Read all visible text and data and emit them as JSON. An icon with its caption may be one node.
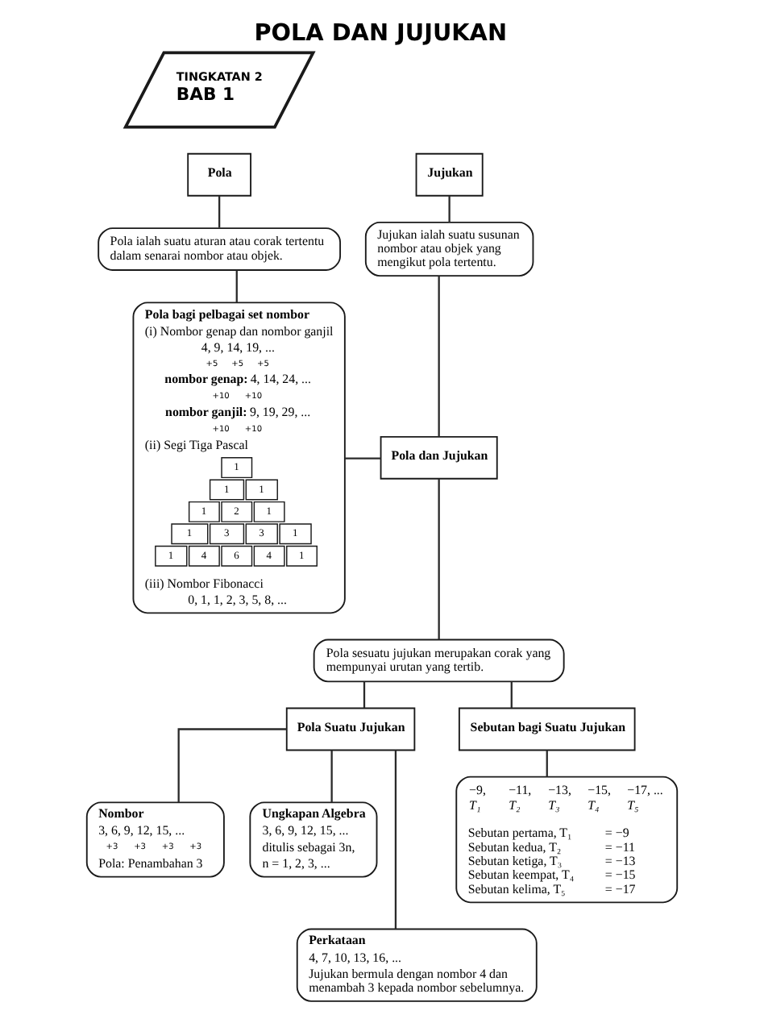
{
  "diagram": {
    "title": "POLA DAN JUJUKAN",
    "nodes": [
      {
        "text": [
          "TINGKATAN 2",
          "BAB 1"
        ]
      },
      {
        "text": [
          "Pola"
        ]
      },
      {
        "text": [
          "Pola ialah suatu aturan atau corak tertentu dalam senarai nombor atau objek."
        ]
      },
      {
        "text": [
          "Pola bagi pelbagai set nombor",
          "(i) Nombor genap dan nombor ganjil",
          "4, 9, 14, 19, ...",
          "+5",
          "+5",
          "+5",
          "nombor genap:",
          "4, 14, 24, ...",
          "+10",
          "+10",
          "nombor ganjil:",
          "9, 19, 29, ...",
          "+10",
          "+10",
          "(ii) Segi Tiga Pascal",
          "1",
          "1",
          "1",
          "1",
          "2",
          "1",
          "1",
          "3",
          "3",
          "1",
          "1",
          "4",
          "6",
          "4",
          "1",
          "(iii) Nombor Fibonacci",
          "0, 1, 1, 2, 3, 5, 8, ..."
        ]
      },
      {
        "text": [
          "Jujukan"
        ]
      },
      {
        "text": [
          "Jujukan ialah suatu susunan nombor atau objek yang mengikut pola tertentu."
        ]
      },
      {
        "text": [
          "Pola dan Jujukan"
        ]
      },
      {
        "text": [
          "Pola sesuatu jujukan merupakan corak yang mempunyai urutan yang tertib."
        ]
      },
      {
        "text": [
          "Pola Suatu Jujukan"
        ]
      },
      {
        "text": [
          "Nombor",
          "3, 6, 9, 12, 15, ...",
          "+3",
          "+3",
          "+3",
          "+3",
          "Pola: Penambahan 3"
        ]
      },
      {
        "text": [
          "Ungkapan Algebra",
          "3, 6, 9, 12, 15, ...",
          "ditulis sebagai 3n,",
          "n = 1, 2, 3, ..."
        ]
      },
      {
        "text": [
          "Perkataan",
          "4, 7, 10, 13, 16, ...",
          "Jujukan bermula dengan nombor 4 dan menambah 3 kepada nombor sebelumnya."
        ]
      },
      {
        "text": [
          "Sebutan bagi Suatu Jujukan"
        ]
      },
      {
        "text": [
          "−9,",
          "−11,",
          "−13,",
          "−15,",
          "−17, ...",
          "T₁",
          "T₂",
          "T₃",
          "T₄",
          "T₅",
          "Sebutan pertama, T₁",
          "= −9",
          "Sebutan kedua, T₂",
          "= −11",
          "Sebutan ketiga, T₃",
          "= −13",
          "Sebutan keempat, T₄",
          "= −15",
          "Sebutan kelima, T₅",
          "= −17"
        ]
      }
    ],
    "edges": [
      {
        "from": 1,
        "to": 2,
        "arrow": "none"
      },
      {
        "from": 2,
        "to": 3,
        "arrow": "none"
      },
      {
        "from": 4,
        "to": 5,
        "arrow": "none"
      },
      {
        "from": 5,
        "to": 6,
        "arrow": "none"
      },
      {
        "from": 3,
        "to": 6,
        "arrow": "none"
      },
      {
        "from": 6,
        "to": 7,
        "arrow": "none"
      },
      {
        "from": 7,
        "to": 8,
        "arrow": "none"
      },
      {
        "from": 7,
        "to": 12,
        "arrow": "none"
      },
      {
        "from": 8,
        "to": 9,
        "arrow": "none"
      },
      {
        "from": 8,
        "to": 10,
        "arrow": "none"
      },
      {
        "from": 8,
        "to": 11,
        "arrow": "none"
      },
      {
        "from": 12,
        "to": 13,
        "arrow": "none"
      }
    ]
  }
}
